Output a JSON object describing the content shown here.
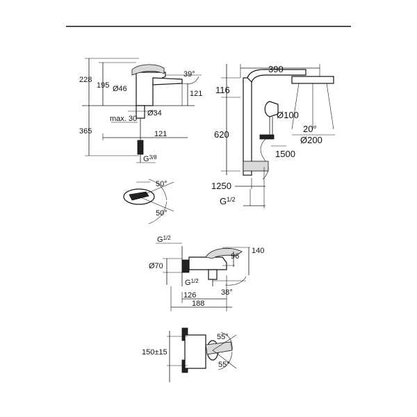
{
  "basin_mixer": {
    "height_total": "228",
    "height_spout": "195",
    "spout_diameter": "Ø46",
    "angle": "39°",
    "reach_height": "121",
    "body_diameter": "Ø34",
    "max_thickness": "max. 30",
    "hole_offset": "121",
    "below_length": "365",
    "thread": "G",
    "thread_frac": "3/8"
  },
  "lever_swivel": {
    "angle_top": "50°",
    "angle_bottom": "50°"
  },
  "shower_system": {
    "width": "390",
    "head_height": "116",
    "hand_shower_diameter": "Ø100",
    "angle": "20°",
    "head_diameter": "Ø200",
    "column_height": "620",
    "hose_length": "1500",
    "bottom_height": "1250",
    "thread": "G",
    "thread_frac": "1/2"
  },
  "bath_mixer": {
    "thread_top": "G",
    "thread_top_frac": "1/2",
    "height_total": "140",
    "height_spout": "96",
    "rosette_diameter": "Ø70",
    "thread_bottom": "G",
    "thread_bottom_frac": "1/2",
    "angle": "38°",
    "reach": "126",
    "length": "188"
  },
  "bath_mixer_top": {
    "angle_top": "55°",
    "angle_bottom": "55°",
    "center_distance": "150±15"
  }
}
